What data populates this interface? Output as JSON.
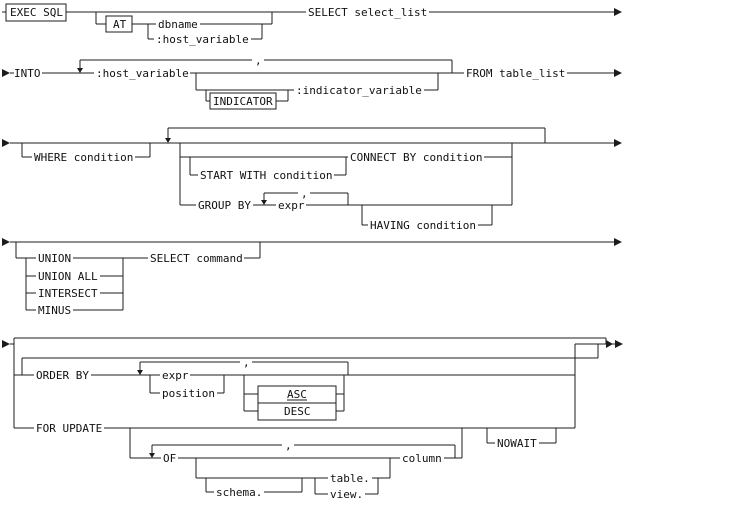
{
  "colors": {
    "line": "#1c1c1c",
    "background": "#ffffff",
    "text": "#111111"
  },
  "diagram": {
    "row1": {
      "exec_sql": "EXEC SQL",
      "at": "AT",
      "dbname": "dbname",
      "host_variable": ":host_variable",
      "select_clause": "SELECT select_list"
    },
    "row2": {
      "into": "INTO",
      "host_variable": ":host_variable",
      "comma": ",",
      "indicator": "INDICATOR",
      "indicator_variable": ":indicator_variable",
      "from_clause": "FROM table_list"
    },
    "row3": {
      "where_clause": "WHERE condition",
      "start_with": "START WITH condition",
      "connect_by": "CONNECT BY condition",
      "group_by": "GROUP BY",
      "expr": "expr",
      "comma": ",",
      "having": "HAVING condition"
    },
    "row4": {
      "union": "UNION",
      "union_all": "UNION ALL",
      "intersect": "INTERSECT",
      "minus": "MINUS",
      "select_command": "SELECT command"
    },
    "row5": {
      "order_by": "ORDER BY",
      "expr": "expr",
      "position": "position",
      "comma": ",",
      "asc": "ASC",
      "desc": "DESC",
      "for_update": "FOR UPDATE",
      "of": "OF",
      "comma2": ",",
      "schema": "schema.",
      "table": "table.",
      "view": "view.",
      "column": "column",
      "nowait": "NOWAIT"
    }
  }
}
